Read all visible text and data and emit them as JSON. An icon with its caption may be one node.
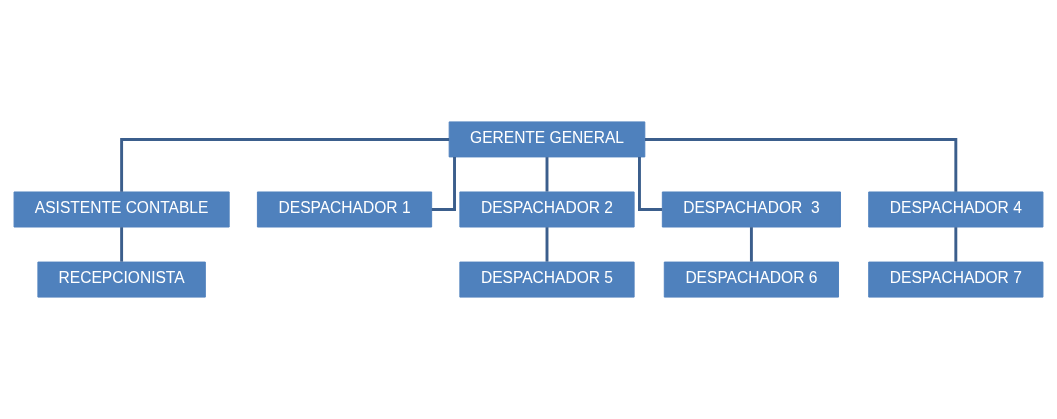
{
  "diagram": {
    "nodes": [
      {
        "text": [
          "GERENTE GENERAL"
        ]
      },
      {
        "text": [
          "ASISTENTE CONTABLE"
        ]
      },
      {
        "text": [
          "RECEPCIONISTA"
        ]
      },
      {
        "text": [
          "DESPACHADOR 1"
        ]
      },
      {
        "text": [
          "DESPACHADOR 2"
        ]
      },
      {
        "text": [
          "DESPACHADOR  3"
        ]
      },
      {
        "text": [
          "DESPACHADOR 4"
        ]
      },
      {
        "text": [
          "DESPACHADOR 5"
        ]
      },
      {
        "text": [
          "DESPACHADOR 6"
        ]
      },
      {
        "text": [
          "DESPACHADOR 7"
        ]
      }
    ],
    "edges": [
      {
        "from": 0,
        "to": 1,
        "arrow": "none"
      },
      {
        "from": 1,
        "to": 2,
        "arrow": "none"
      },
      {
        "from": 0,
        "to": 3,
        "arrow": "none"
      },
      {
        "from": 0,
        "to": 4,
        "arrow": "none"
      },
      {
        "from": 0,
        "to": 5,
        "arrow": "none"
      },
      {
        "from": 0,
        "to": 6,
        "arrow": "none"
      },
      {
        "from": 4,
        "to": 7,
        "arrow": "none"
      },
      {
        "from": 5,
        "to": 8,
        "arrow": "none"
      },
      {
        "from": 6,
        "to": 9,
        "arrow": "none"
      }
    ]
  }
}
